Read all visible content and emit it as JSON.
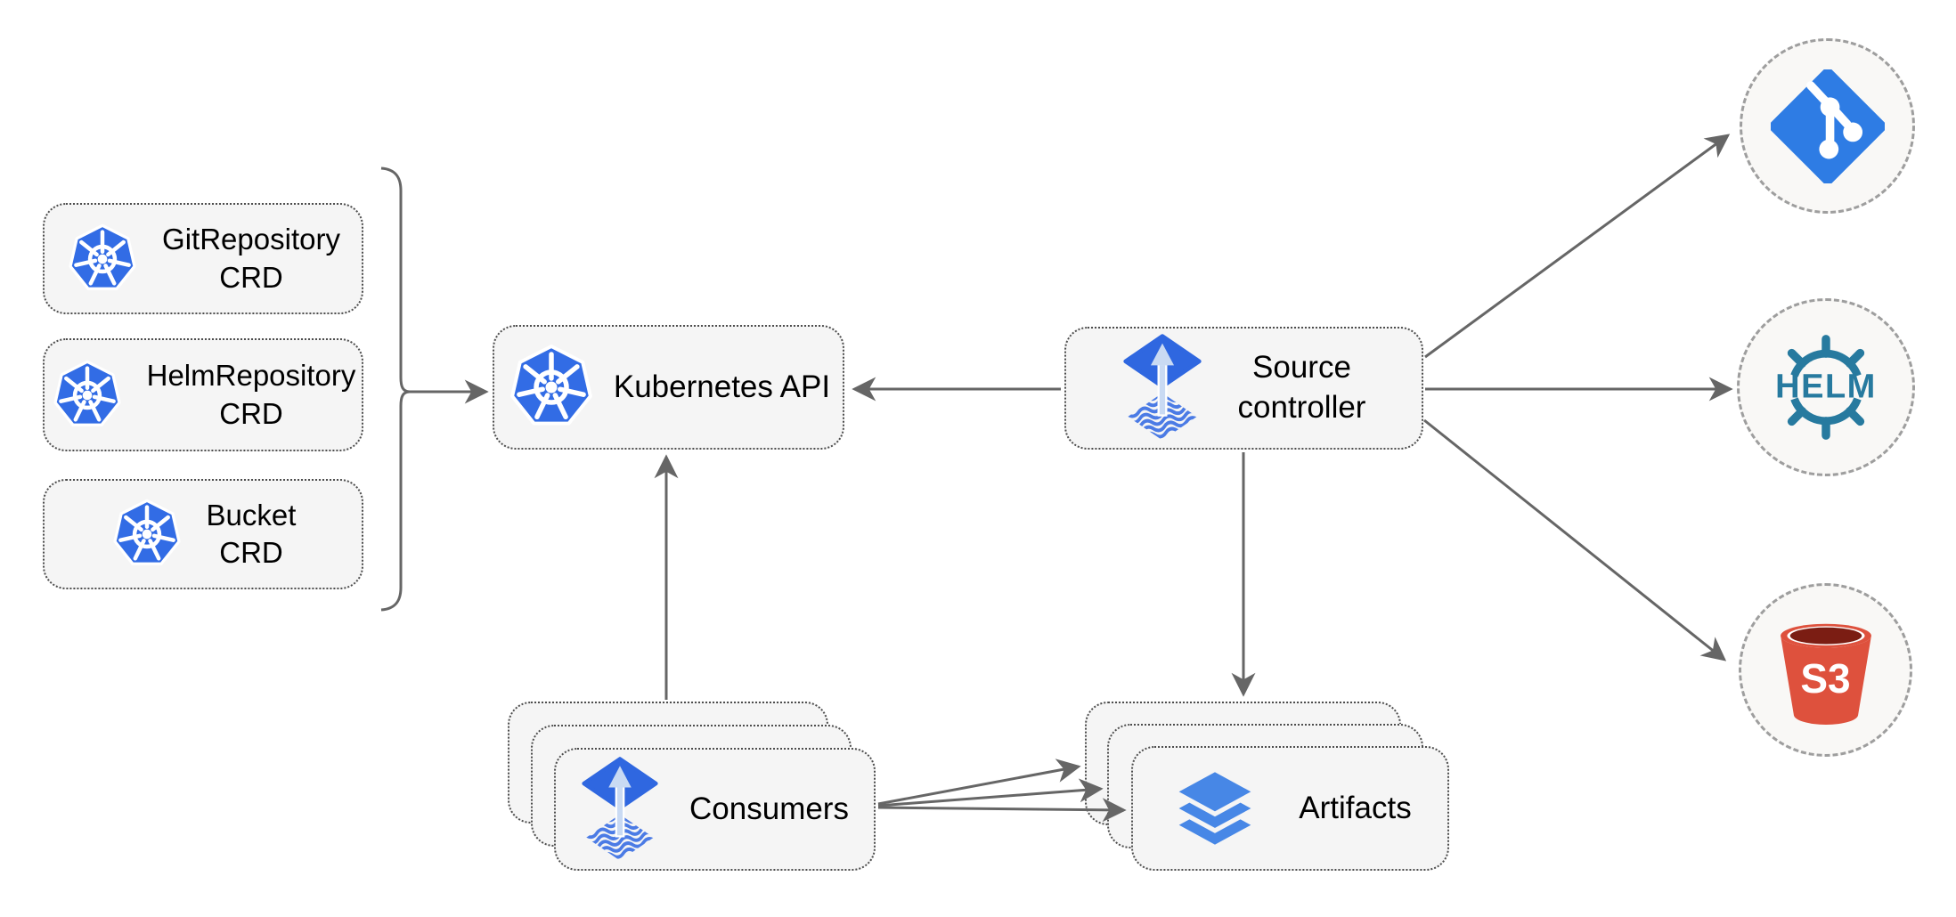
{
  "colors": {
    "kubernetes-blue": "#326CE5",
    "flux-blue": "#2F67E0",
    "flux-arrow": "#C9DAF3",
    "flux-wave": "#4B7BE5",
    "git-blue": "#2E7CE4",
    "helm-teal": "#277A9F",
    "s3-red": "#DE513D",
    "s3-dark": "#7B1D13",
    "layers-blue": "#4787E6",
    "arrow-gray": "#666666",
    "node-fill": "#F5F5F5",
    "node-border": "#4D4D4D",
    "circle-fill": "#F9F8F6",
    "circle-border": "#9E9E9E",
    "text-color": "#000000"
  },
  "nodes": {
    "crds": [
      {
        "line1": "GitRepository",
        "line2": "CRD",
        "icon": "kubernetes-icon"
      },
      {
        "line1": "HelmRepository",
        "line2": "CRD",
        "icon": "kubernetes-icon"
      },
      {
        "line1": "Bucket",
        "line2": "CRD",
        "icon": "kubernetes-icon"
      }
    ],
    "kubernetes_api": {
      "label": "Kubernetes API",
      "icon": "kubernetes-icon"
    },
    "source_controller": {
      "line1": "Source",
      "line2": "controller",
      "icon": "flux-source-controller-icon"
    },
    "consumers": {
      "label": "Consumers",
      "icon": "flux-source-controller-icon"
    },
    "artifacts": {
      "label": "Artifacts",
      "icon": "layers-icon"
    }
  },
  "external": {
    "git": {
      "icon": "git-icon",
      "text": ""
    },
    "helm": {
      "icon": "helm-wheel-icon",
      "text": "HELM"
    },
    "s3": {
      "icon": "s3-bucket-icon",
      "text": "S3"
    }
  }
}
